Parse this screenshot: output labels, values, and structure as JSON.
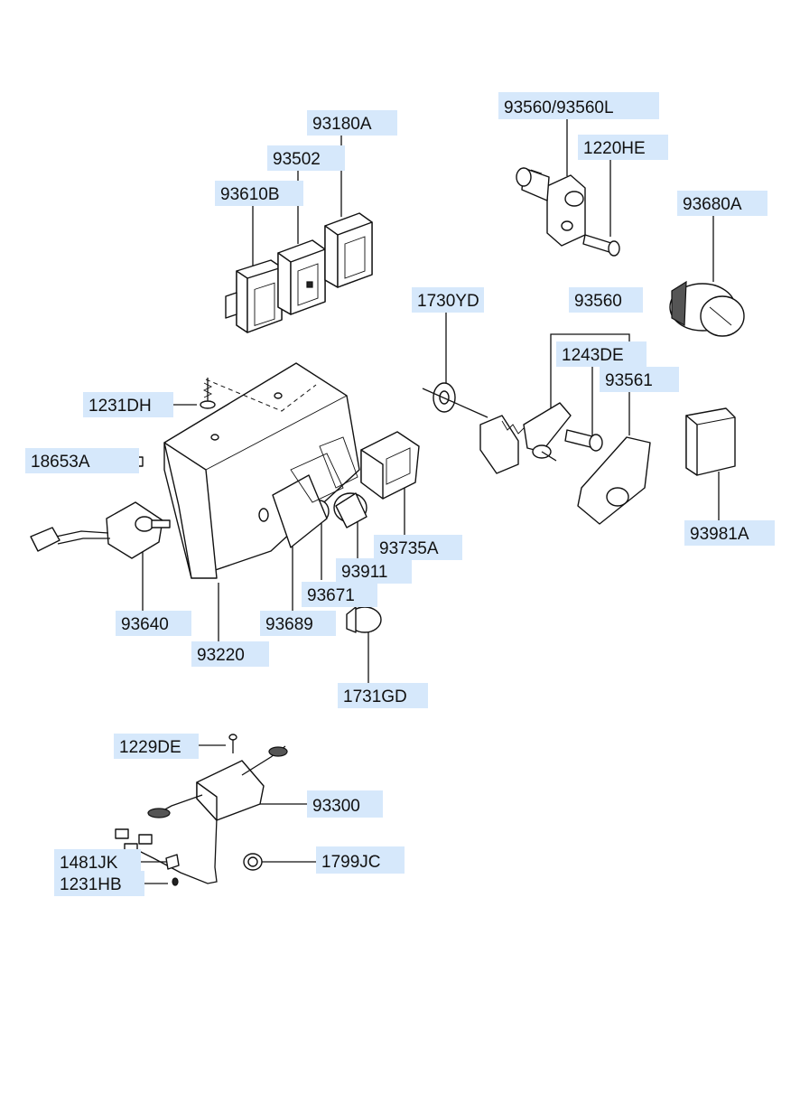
{
  "labels": [
    {
      "id": "l93180A",
      "text": "93180A"
    },
    {
      "id": "l93502",
      "text": "93502"
    },
    {
      "id": "l93610B",
      "text": "93610B"
    },
    {
      "id": "l93560_93560L",
      "text": "93560/93560L"
    },
    {
      "id": "l1220HE",
      "text": "1220HE"
    },
    {
      "id": "l93680A",
      "text": "93680A"
    },
    {
      "id": "l1730YD",
      "text": "1730YD"
    },
    {
      "id": "l93560",
      "text": "93560"
    },
    {
      "id": "l1243DE",
      "text": "1243DE"
    },
    {
      "id": "l93561",
      "text": "93561"
    },
    {
      "id": "l1231DH",
      "text": "1231DH"
    },
    {
      "id": "l18653A",
      "text": "18653A"
    },
    {
      "id": "l93981A",
      "text": "93981A"
    },
    {
      "id": "l93735A",
      "text": "93735A"
    },
    {
      "id": "l93911",
      "text": "93911"
    },
    {
      "id": "l93671",
      "text": "93671"
    },
    {
      "id": "l93640",
      "text": "93640"
    },
    {
      "id": "l93689",
      "text": "93689"
    },
    {
      "id": "l93220",
      "text": "93220"
    },
    {
      "id": "l1731GD",
      "text": "1731GD"
    },
    {
      "id": "l1229DE",
      "text": "1229DE"
    },
    {
      "id": "l93300",
      "text": "93300"
    },
    {
      "id": "l1481JK",
      "text": "1481JK"
    },
    {
      "id": "l1799JC",
      "text": "1799JC"
    },
    {
      "id": "l1231HB",
      "text": "1231HB"
    }
  ]
}
